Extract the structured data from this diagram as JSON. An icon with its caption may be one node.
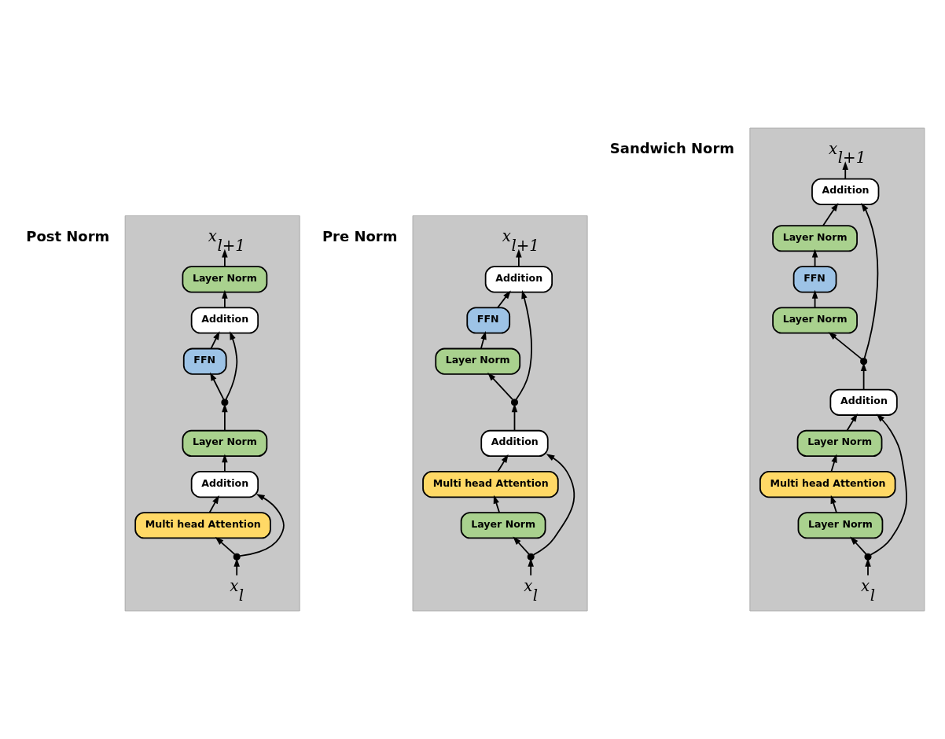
{
  "diagram": {
    "nodes": [
      {
        "text": [],
        "shape": "band"
      },
      {
        "text": [
          "x$_{l}$"
        ],
        "in": 0
      },
      {
        "text": [],
        "shape": "circle",
        "in": 0
      },
      {
        "text": [
          "Multi head Attention"
        ],
        "in": 0
      },
      {
        "text": [
          "Addition"
        ],
        "in": 0
      },
      {
        "text": [
          "Layer Norm"
        ],
        "in": 0
      },
      {
        "text": [],
        "shape": "circle",
        "in": 0
      },
      {
        "text": [
          "FFN"
        ],
        "in": 0
      },
      {
        "text": [
          "Addition"
        ],
        "in": 0
      },
      {
        "text": [
          "Layer Norm"
        ],
        "in": 0
      },
      {
        "text": [
          "x$_{l+1}$"
        ],
        "in": 0
      },
      {
        "text": [],
        "shape": "band"
      },
      {
        "text": [
          "x$_{l}$"
        ],
        "in": 11
      },
      {
        "text": [],
        "shape": "circle",
        "in": 11
      },
      {
        "text": [
          "Layer Norm"
        ],
        "in": 11
      },
      {
        "text": [
          "Multi head Attention"
        ],
        "in": 11
      },
      {
        "text": [
          "Addition"
        ],
        "in": 11
      },
      {
        "text": [],
        "shape": "circle",
        "in": 11
      },
      {
        "text": [
          "Layer Norm"
        ],
        "in": 11
      },
      {
        "text": [
          "FFN"
        ],
        "in": 11
      },
      {
        "text": [
          "Addition"
        ],
        "in": 11
      },
      {
        "text": [
          "x$_{l+1}$"
        ],
        "in": 11
      },
      {
        "text": [],
        "shape": "band"
      },
      {
        "text": [
          "x$_{l}$"
        ],
        "in": 22
      },
      {
        "text": [],
        "shape": "circle",
        "in": 22
      },
      {
        "text": [
          "Layer Norm"
        ],
        "in": 22
      },
      {
        "text": [
          "Multi head Attention"
        ],
        "in": 22
      },
      {
        "text": [
          "Layer Norm"
        ],
        "in": 22
      },
      {
        "text": [
          "Addition"
        ],
        "in": 22
      },
      {
        "text": [],
        "shape": "circle",
        "in": 22
      },
      {
        "text": [
          "Layer Norm"
        ],
        "in": 22
      },
      {
        "text": [
          "FFN"
        ],
        "in": 22
      },
      {
        "text": [
          "Layer Norm"
        ],
        "in": 22
      },
      {
        "text": [
          "Addition"
        ],
        "in": 22
      },
      {
        "text": [
          "x$_{l+1}$"
        ],
        "in": 22
      }
    ],
    "edges": [
      {
        "from": 1,
        "to": 2,
        "arrow": "to"
      },
      {
        "from": 2,
        "to": 4,
        "arrow": "to"
      },
      {
        "from": 2,
        "to": 3,
        "arrow": "to"
      },
      {
        "from": 3,
        "to": 4,
        "arrow": "to"
      },
      {
        "from": 4,
        "to": 5,
        "arrow": "to"
      },
      {
        "from": 5,
        "to": 6,
        "arrow": "to"
      },
      {
        "from": 6,
        "to": 8,
        "arrow": "to"
      },
      {
        "from": 6,
        "to": 7,
        "arrow": "to"
      },
      {
        "from": 7,
        "to": 8,
        "arrow": "to"
      },
      {
        "from": 8,
        "to": 9,
        "arrow": "to"
      },
      {
        "from": 9,
        "to": 10,
        "arrow": "to"
      },
      {
        "from": 12,
        "to": 13,
        "arrow": "to"
      },
      {
        "from": 13,
        "to": 16,
        "arrow": "to"
      },
      {
        "from": 13,
        "to": 14,
        "arrow": "to"
      },
      {
        "from": 14,
        "to": 15,
        "arrow": "to"
      },
      {
        "from": 15,
        "to": 16,
        "arrow": "to"
      },
      {
        "from": 16,
        "to": 17,
        "arrow": "to"
      },
      {
        "from": 17,
        "to": 20,
        "arrow": "to"
      },
      {
        "from": 17,
        "to": 18,
        "arrow": "to"
      },
      {
        "from": 18,
        "to": 19,
        "arrow": "to"
      },
      {
        "from": 19,
        "to": 20,
        "arrow": "to"
      },
      {
        "from": 20,
        "to": 21,
        "arrow": "to"
      },
      {
        "from": 23,
        "to": 24,
        "arrow": "to"
      },
      {
        "from": 24,
        "to": 28,
        "arrow": "to"
      },
      {
        "from": 24,
        "to": 25,
        "arrow": "to"
      },
      {
        "from": 25,
        "to": 26,
        "arrow": "to"
      },
      {
        "from": 26,
        "to": 27,
        "arrow": "to"
      },
      {
        "from": 27,
        "to": 28,
        "arrow": "to"
      },
      {
        "from": 28,
        "to": 29,
        "arrow": "to"
      },
      {
        "from": 29,
        "to": 33,
        "arrow": "to"
      },
      {
        "from": 29,
        "to": 30,
        "arrow": "to"
      },
      {
        "from": 30,
        "to": 31,
        "arrow": "to"
      },
      {
        "from": 31,
        "to": 32,
        "arrow": "to"
      },
      {
        "from": 32,
        "to": 33,
        "arrow": "to"
      },
      {
        "from": 33,
        "to": 34,
        "arrow": "to"
      }
    ],
    "labels": [
      "Post Norm",
      "Pre Norm",
      "Sandwich Norm"
    ]
  }
}
